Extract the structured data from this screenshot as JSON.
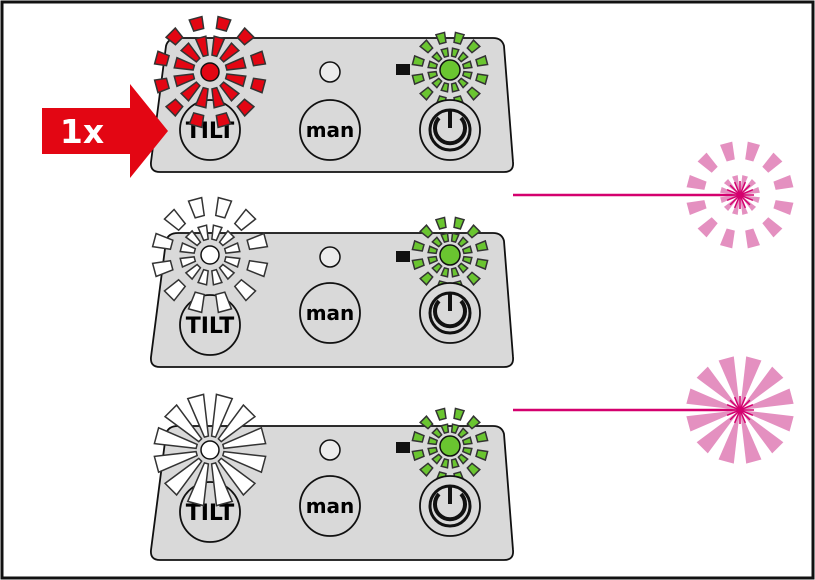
{
  "press_count": "1x",
  "colors": {
    "frame": "#111111",
    "panel_fill": "#d9d9d9",
    "press_arrow": "#e30613",
    "power_led_green": "#6ac530",
    "tilt_led_red": "#e30613",
    "laser_magenta": "#d4006e",
    "laser_burst_pink": "#e490c0"
  },
  "panels": [
    {
      "tilt_label": "TILT",
      "man_label": "man",
      "power_icon": "power-icon",
      "tilt_led": "red-flashing",
      "man_led": "off",
      "power_led": "green-flashing",
      "laser_output": "none"
    },
    {
      "tilt_label": "TILT",
      "man_label": "man",
      "power_icon": "power-icon",
      "tilt_led": "white-flashing-slow",
      "man_led": "off",
      "power_led": "green-flashing",
      "laser_output": "pulsed-beam"
    },
    {
      "tilt_label": "TILT",
      "man_label": "man",
      "power_icon": "power-icon",
      "tilt_led": "white-flashing-fast",
      "man_led": "off",
      "power_led": "green-flashing",
      "laser_output": "continuous-beam"
    }
  ]
}
